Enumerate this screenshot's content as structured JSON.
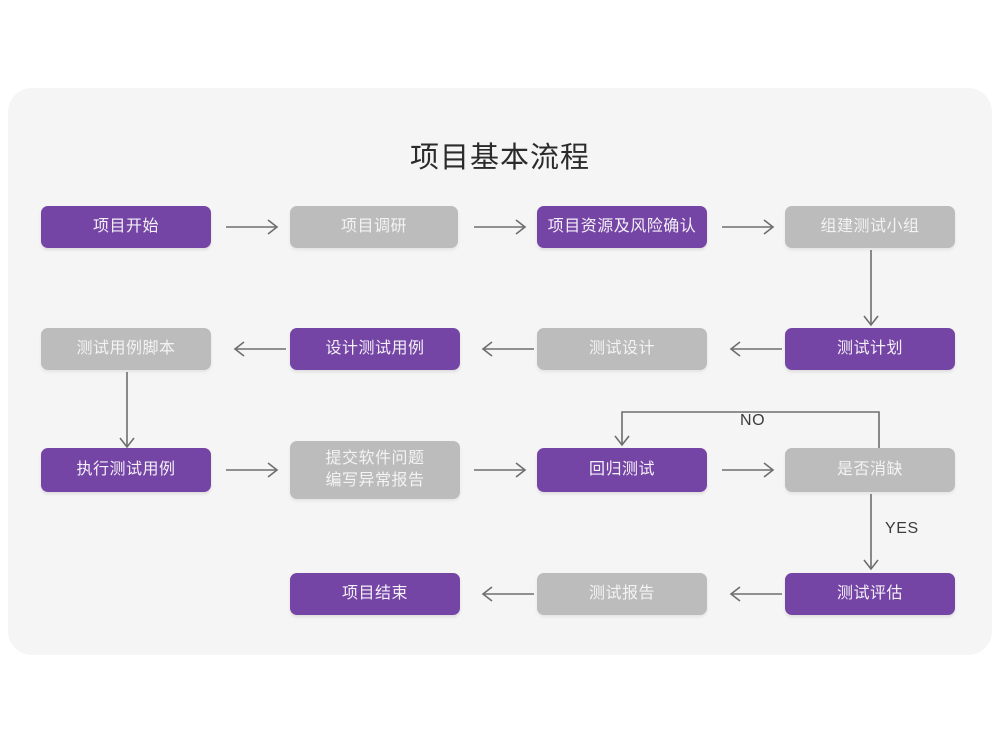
{
  "title": "项目基本流程",
  "colors": {
    "canvas": "#FFFFFF",
    "card": "#F5F5F5",
    "accent_purple": "#7545A5",
    "muted_gray": "#BCBCBC",
    "node_text": "#F3F3F3",
    "title_text": "#2B2B2B",
    "connector": "#6E6E6E"
  },
  "nodes": [
    {
      "id": "n1",
      "label": "项目开始",
      "style": "purple"
    },
    {
      "id": "n2",
      "label": "项目调研",
      "style": "gray"
    },
    {
      "id": "n3",
      "label": "项目资源及风险确认",
      "style": "purple"
    },
    {
      "id": "n4",
      "label": "组建测试小组",
      "style": "gray"
    },
    {
      "id": "n5",
      "label": "测试用例脚本",
      "style": "gray"
    },
    {
      "id": "n6",
      "label": "设计测试用例",
      "style": "purple"
    },
    {
      "id": "n7",
      "label": "测试设计",
      "style": "gray"
    },
    {
      "id": "n8",
      "label": "测试计划",
      "style": "purple"
    },
    {
      "id": "n9",
      "label": "执行测试用例",
      "style": "purple"
    },
    {
      "id": "n10",
      "label": "提交软件问题\n编写异常报告",
      "style": "gray"
    },
    {
      "id": "n11",
      "label": "回归测试",
      "style": "purple"
    },
    {
      "id": "n12",
      "label": "是否消缺",
      "style": "gray"
    },
    {
      "id": "n13",
      "label": "项目结束",
      "style": "purple"
    },
    {
      "id": "n14",
      "label": "测试报告",
      "style": "gray"
    },
    {
      "id": "n15",
      "label": "测试评估",
      "style": "purple"
    }
  ],
  "edge_labels": {
    "no": "NO",
    "yes": "YES"
  },
  "edges": [
    {
      "from": "n1",
      "to": "n2",
      "direction": "right"
    },
    {
      "from": "n2",
      "to": "n3",
      "direction": "right"
    },
    {
      "from": "n3",
      "to": "n4",
      "direction": "right"
    },
    {
      "from": "n4",
      "to": "n8",
      "direction": "down"
    },
    {
      "from": "n8",
      "to": "n7",
      "direction": "left"
    },
    {
      "from": "n7",
      "to": "n6",
      "direction": "left"
    },
    {
      "from": "n6",
      "to": "n5",
      "direction": "left"
    },
    {
      "from": "n5",
      "to": "n9",
      "direction": "down"
    },
    {
      "from": "n9",
      "to": "n10",
      "direction": "right"
    },
    {
      "from": "n10",
      "to": "n11",
      "direction": "right"
    },
    {
      "from": "n11",
      "to": "n12",
      "direction": "right"
    },
    {
      "from": "n12",
      "to": "n11",
      "direction": "loop-up-left",
      "label": "NO"
    },
    {
      "from": "n12",
      "to": "n15",
      "direction": "down",
      "label": "YES"
    },
    {
      "from": "n15",
      "to": "n14",
      "direction": "left"
    },
    {
      "from": "n14",
      "to": "n13",
      "direction": "left"
    }
  ]
}
